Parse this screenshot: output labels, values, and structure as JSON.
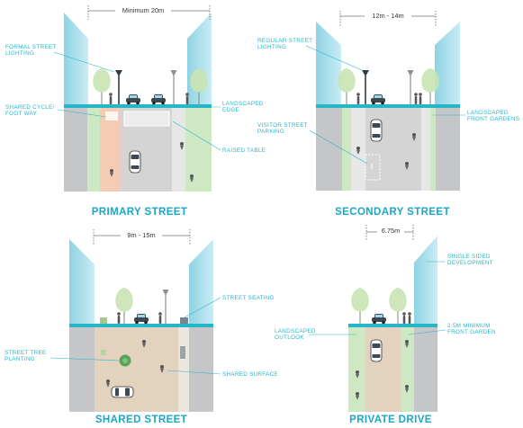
{
  "panels": {
    "primary": {
      "title": "PRIMARY STREET",
      "width_label": "Minimum 20m",
      "labels": {
        "lighting": [
          "FORMAL STREET",
          "LIGHTING"
        ],
        "cycle": [
          "SHARED CYCLE/",
          "FOOT WAY"
        ],
        "edge": [
          "LANDSCAPED",
          "EDGE"
        ],
        "table": [
          "RAISED TABLE"
        ]
      }
    },
    "secondary": {
      "title": "SECONDARY  STREET",
      "width_label": "12m - 14m",
      "labels": {
        "lighting": [
          "REGULAR STREET",
          "LIGHTING"
        ],
        "parking": [
          "VISITOR STREET",
          "PARKING"
        ],
        "gardens": [
          "LANDSCAPED",
          "FRONT GARDENS"
        ]
      }
    },
    "shared": {
      "title": "SHARED STREET",
      "width_label": "9m - 15m",
      "labels": {
        "seating": [
          "STREET SEATING"
        ],
        "trees": [
          "STREET TREE",
          "PLANTING"
        ],
        "surface": [
          "SHARED SURFACE"
        ]
      }
    },
    "private": {
      "title": "PRIVATE DRIVE",
      "width_label": "6.75m",
      "labels": {
        "development": [
          "SINGLE SIDED",
          "DEVELOPMENT"
        ],
        "outlook": [
          "LANDSCAPED",
          "OUTLOOK"
        ],
        "garden": [
          "2.5M MINIMUM",
          "FRONT GARDEN"
        ]
      }
    }
  },
  "colors": {
    "building": "#9fdbe8",
    "ground": "#c4c6c8",
    "green": "#cde8c2",
    "cycle": "#f6cbb4",
    "road": "#d0d0d0",
    "shared": "#e3d2bd",
    "accent": "#27b6c9",
    "title": "#1aa7c8"
  }
}
